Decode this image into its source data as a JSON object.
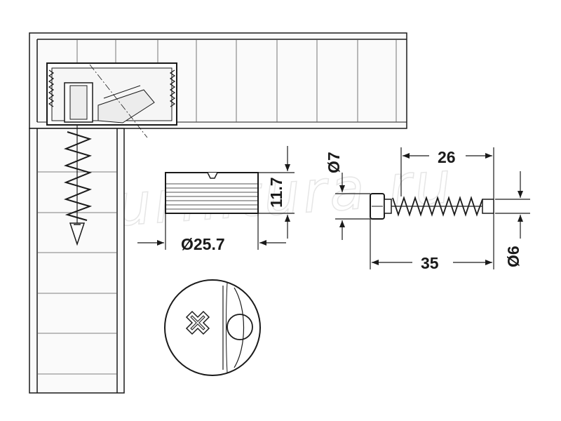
{
  "watermark": "furnitura.ru",
  "dimensions": {
    "cam_diameter": "Ø25.7",
    "cam_height": "11.7",
    "bolt_head_diameter": "Ø7",
    "bolt_thread_length": "26",
    "bolt_total_length": "35",
    "bolt_shank_diameter": "Ø6"
  },
  "colors": {
    "line": "#1a1a1a",
    "fill": "#f4f4f4",
    "watermark": "#e6e6e6"
  }
}
